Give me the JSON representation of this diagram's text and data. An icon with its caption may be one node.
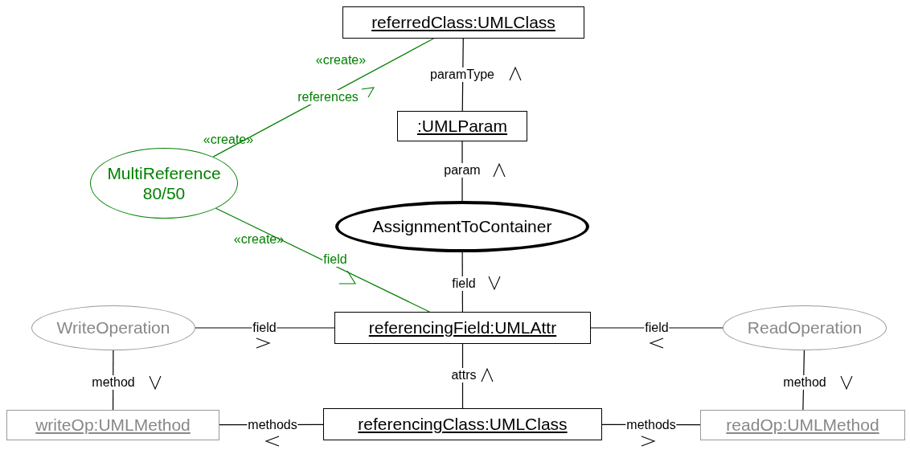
{
  "diagram": {
    "nodes": [
      {
        "text": [
          "referredClass:UMLClass"
        ]
      },
      {
        "text": [
          ":UMLParam"
        ]
      },
      {
        "text": [
          "MultiReference 80/50"
        ]
      },
      {
        "text": [
          "AssignmentToContainer"
        ]
      },
      {
        "text": [
          "WriteOperation"
        ]
      },
      {
        "text": [
          "referencingField:UMLAttr"
        ]
      },
      {
        "text": [
          "ReadOperation"
        ]
      },
      {
        "text": [
          "writeOp:UMLMethod"
        ]
      },
      {
        "text": [
          "referencingClass:UMLClass"
        ]
      },
      {
        "text": [
          "readOp:UMLMethod"
        ]
      }
    ],
    "edges": [
      {
        "from": 1,
        "to": 0,
        "arrow": "none",
        "label": "paramType"
      },
      {
        "from": 3,
        "to": 1,
        "arrow": "none",
        "label": "param"
      },
      {
        "from": 3,
        "to": 5,
        "arrow": "none",
        "label": "field"
      },
      {
        "from": 4,
        "to": 5,
        "arrow": "none",
        "label": "field"
      },
      {
        "from": 6,
        "to": 5,
        "arrow": "none",
        "label": "field"
      },
      {
        "from": 8,
        "to": 5,
        "arrow": "none",
        "label": "attrs"
      },
      {
        "from": 4,
        "to": 7,
        "arrow": "none",
        "label": "method"
      },
      {
        "from": 6,
        "to": 9,
        "arrow": "none",
        "label": "method"
      },
      {
        "from": 7,
        "to": 8,
        "arrow": "none",
        "label": "methods"
      },
      {
        "from": 9,
        "to": 8,
        "arrow": "none",
        "label": "methods"
      },
      {
        "from": 2,
        "to": 0,
        "arrow": "none",
        "label": "references",
        "color": "#008000"
      },
      {
        "from": 2,
        "to": 5,
        "arrow": "none",
        "label": "field",
        "color": "#008000"
      }
    ],
    "labels": [
      "«create»",
      "«create»",
      "«create»"
    ]
  }
}
